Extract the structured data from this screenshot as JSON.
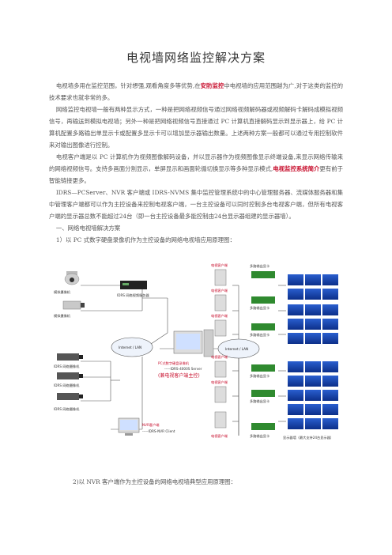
{
  "title": "电视墙网络监控解决方案",
  "para1": {
    "text_a": "电视墙多用在监控范围，针对想强,观看角度多等优势,在",
    "highlight": "安防监控",
    "text_b": "中电视墙的应用范围越为广,对于这类的监控的技术要求也就非常的多。"
  },
  "para2": "网络监控电视墙一般有两种显示方式，一种是把网络视频信号通过网络视频解码器或视频解码卡解码成模拟视频信号，再输送到模拟电视墙；另外一种是把网络视频信号直接通过 PC 计算机直接解码显示到显示器上，给 PC 计算机配置多路输出单显示卡或配置多显示卡可以增加显示器输出数量。上述两种方案一般都可以通过专用控制软件来对输出图像进行控制。",
  "para3": {
    "text_a": "电视客户端是以 PC 计算机作为视频图像解码设备，并以显示器作为视频图像显示终端设备,来显示网络传输来的网络视频信号。支持多画面分割显示，单屏显示和画面轮循切换显示等多种显示模式,",
    "highlight": "电视监控系统简介",
    "text_b": "更有前于智能链接更多。"
  },
  "para4": "IDRS—PCServer、NVR 客户端或 IDRS-NVMS 集中监控管理系统中的中心管理服务器、流媒体服务器和集中管理客户端都可以作为主控设备来控制电视客户端，一台主控设备可以同时控制多台电视客户端，但所有电视客户端的显示器总数不能超过24台（即一台主控设备最多能控制由24台显示器组建的显示器墙）。",
  "section": "一、网络电视墙解决方案",
  "subsection": "1）以 PC 式数字硬盘录像机作为主控设备的网络电视墙应用原理图：",
  "caption2": "2)以 NVR 客户端作为主控设备的网络电视墙典型应用原理图：",
  "diagram": {
    "cam_analog1": "模拟摄像机",
    "cam_analog2": "模拟摄像机",
    "encoder": "IDRS 网络视频服务器",
    "ipcam1": "IDRS 网络摄像机",
    "ipcam2": "IDRS 网络摄像机",
    "ipcam3": "IDRS 网络摄像机",
    "net_left": "Internet / LAN",
    "net_right": "Internet / LAN",
    "pc_dvr": "PC式数字硬盘录像机",
    "pc_dvr_sub": "-----IDRS-4000S Server",
    "pc_dvr_role": "(兼电视客户端主控)",
    "nvr": "NVR客户端",
    "nvr_sub": "-----IDRS-NVR Client",
    "client_label": "电视客户端",
    "card_label": "多路输出显卡",
    "wall_label": "显示器墙（最大支持24台显示器）"
  }
}
